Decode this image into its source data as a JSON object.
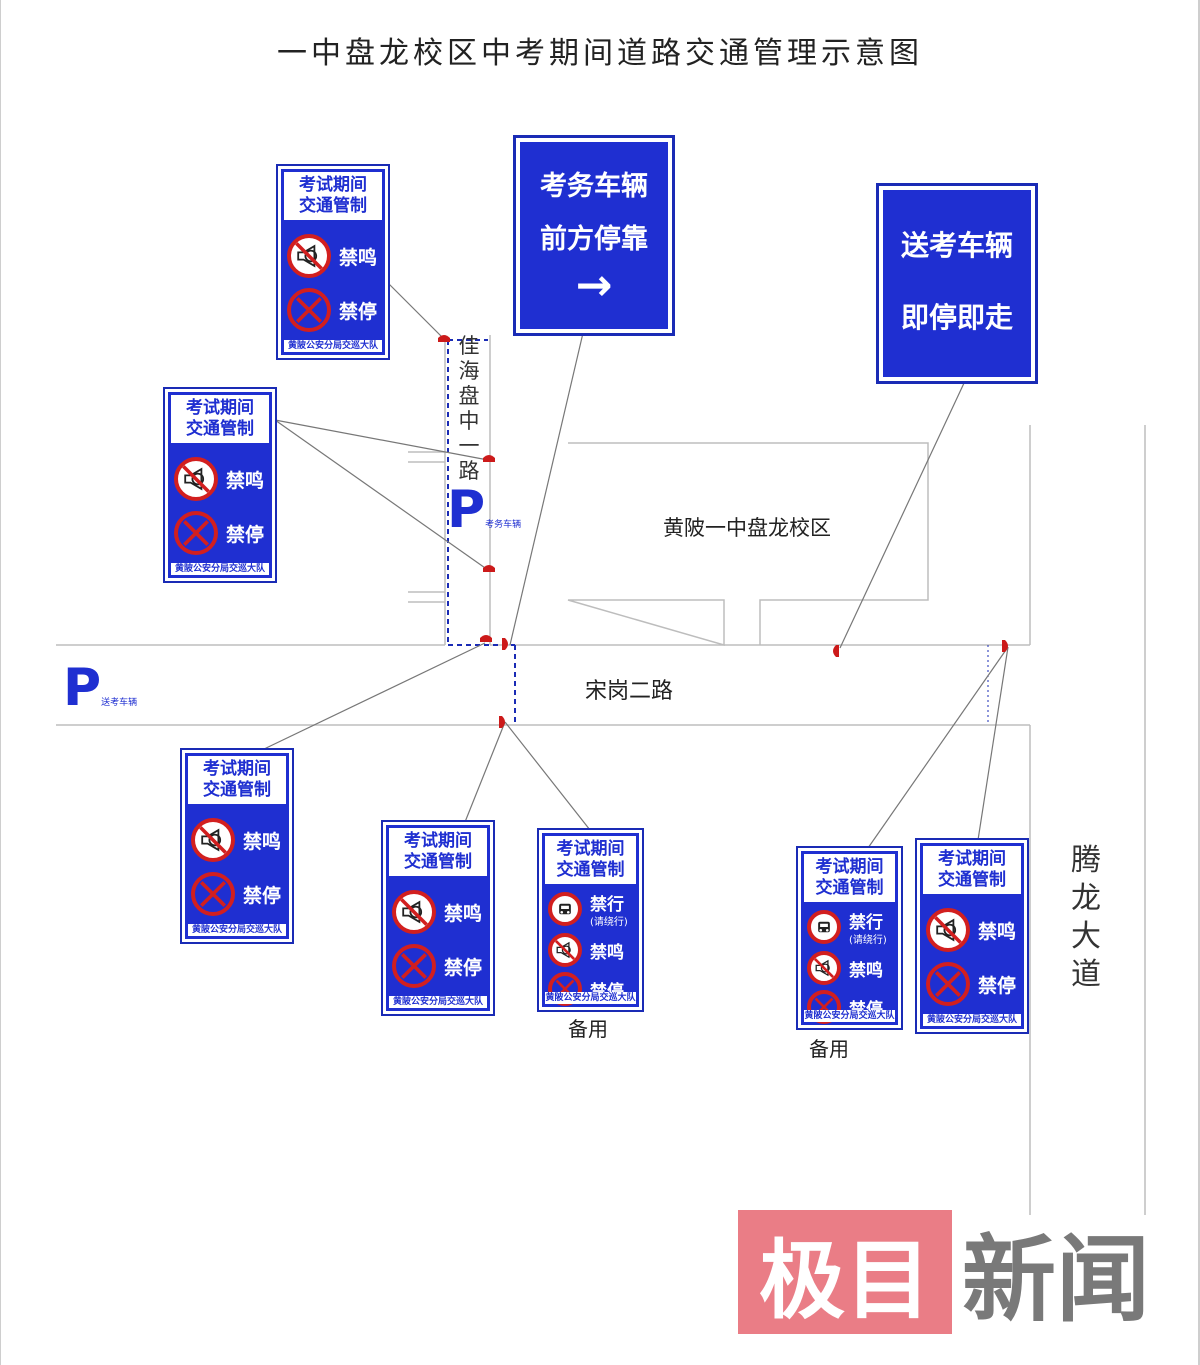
{
  "title": "一中盘龙校区中考期间道路交通管理示意图",
  "roads": {
    "songgang": "宋岗二路",
    "tenglong": [
      "腾",
      "龙",
      "大",
      "道"
    ],
    "jiahai": [
      "佳",
      "海",
      "盘",
      "中",
      "一",
      "路"
    ]
  },
  "school_label": "黄陂一中盘龙校区",
  "parking": [
    {
      "symbol": "P",
      "label": "考务车辆"
    },
    {
      "symbol": "P",
      "label": "送考车辆"
    }
  ],
  "big_signs": {
    "exam_vehicle": {
      "line1": "考务车辆",
      "line2": "前方停靠",
      "arrow": "→"
    },
    "dropoff": {
      "line1": "送考车辆",
      "line2": "即停即走"
    }
  },
  "sign_header": [
    "考试期间",
    "交通管制"
  ],
  "sign_items": {
    "no_horn": "禁鸣",
    "no_parking": "禁停",
    "no_entry": "禁行",
    "detour": "(请绕行)"
  },
  "sign_footer": "黄陂公安分局交巡大队",
  "spare_label": "备用",
  "logo": {
    "box_text": "极目",
    "rest_text": "新闻"
  },
  "colors": {
    "sign_blue": "#1f2fd1",
    "prohibit_red": "#d21f1f",
    "marker_red": "#cc1a1a",
    "dash_blue": "#1a2bb5"
  }
}
